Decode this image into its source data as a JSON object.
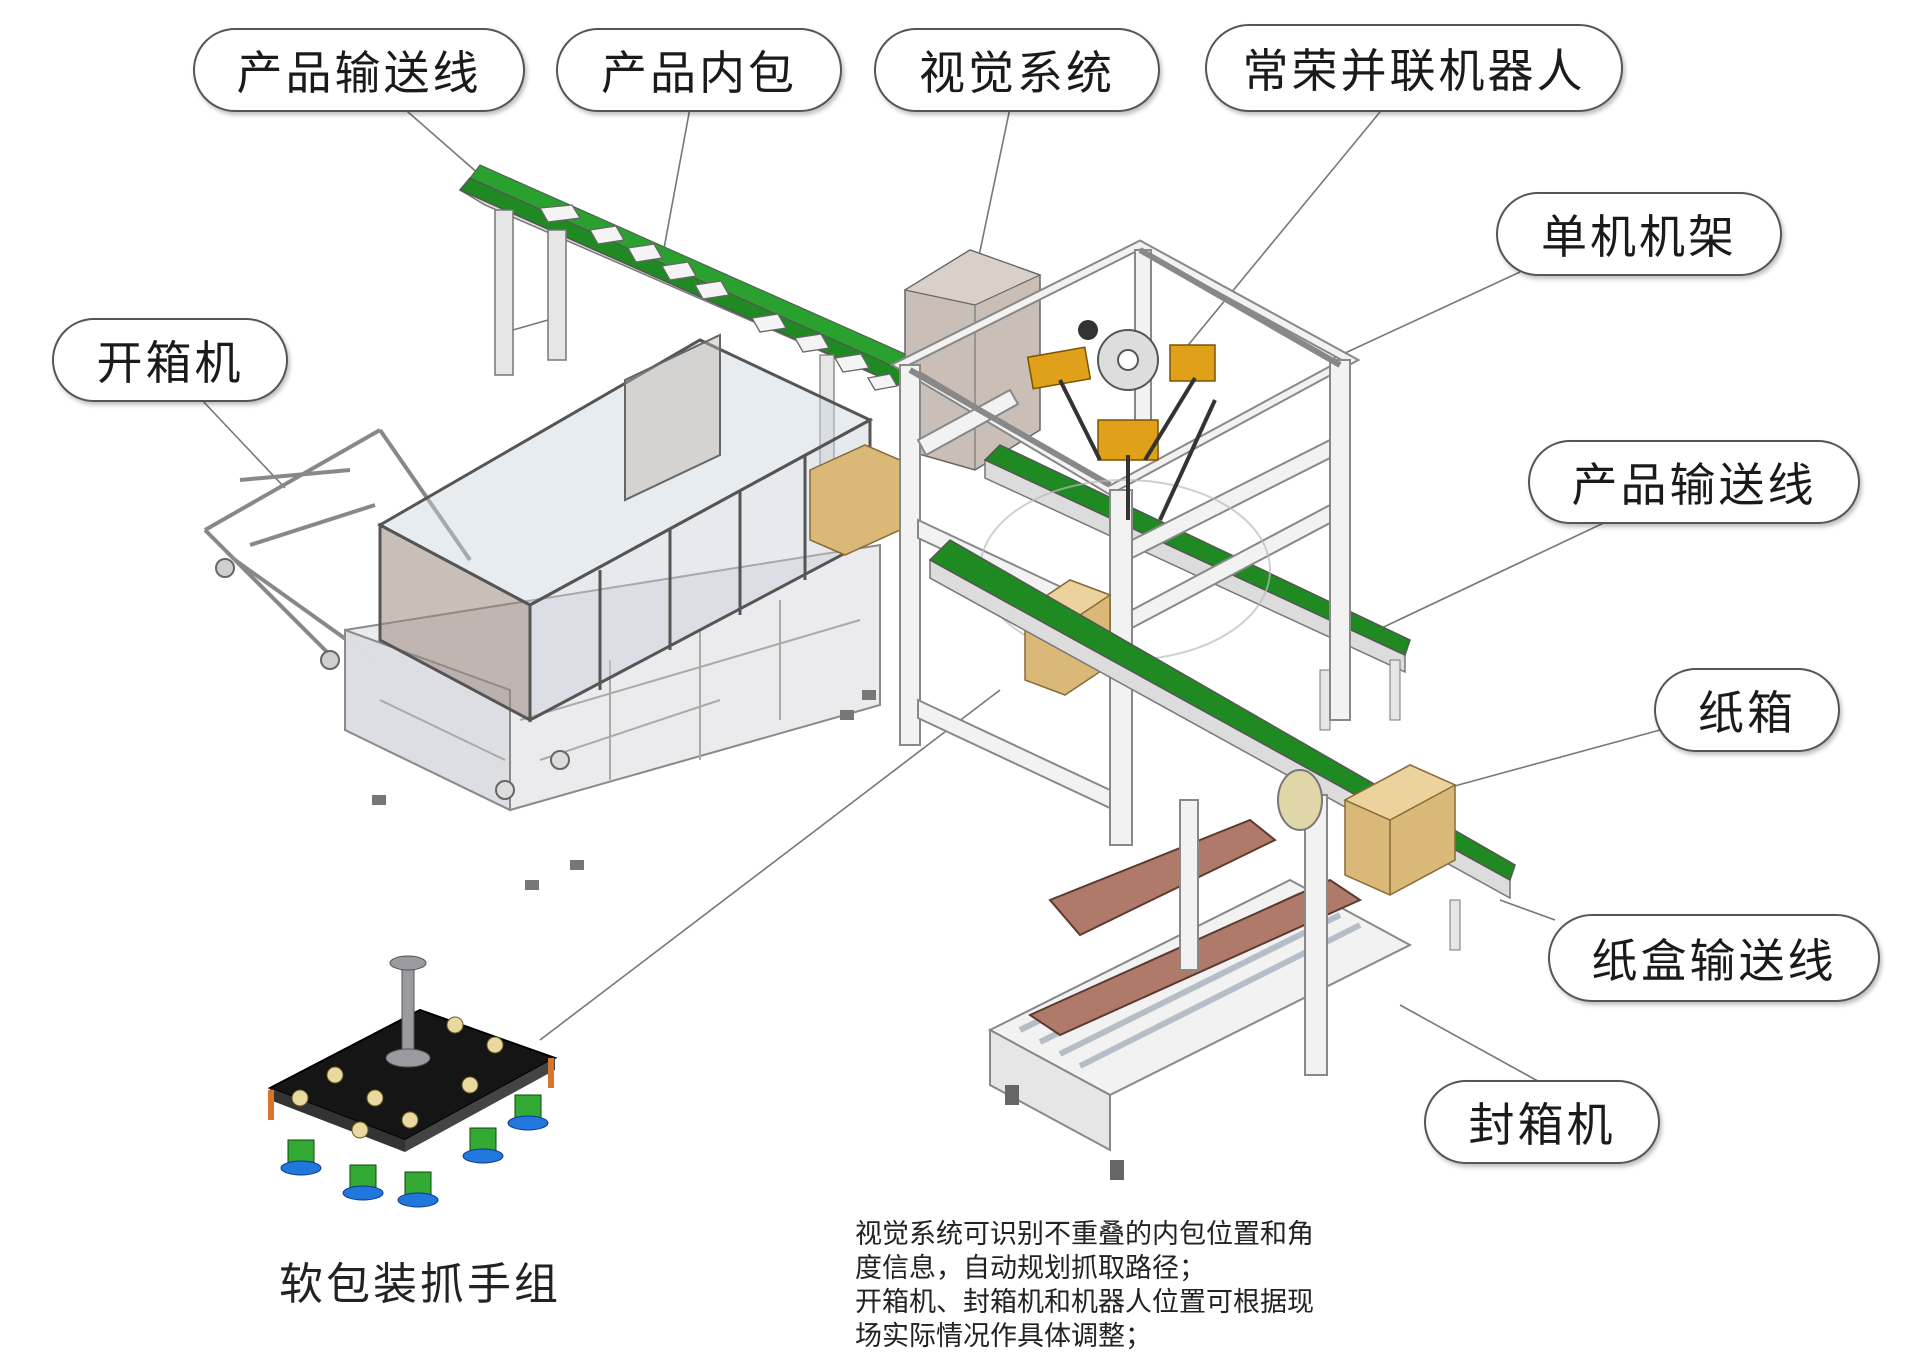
{
  "callouts": {
    "product_conveyor_top": "产品输送线",
    "product_inner_pack": "产品内包",
    "vision_system": "视觉系统",
    "parallel_robot": "常荣并联机器人",
    "machine_frame": "单机机架",
    "carton_erector": "开箱机",
    "product_conveyor_right": "产品输送线",
    "carton": "纸箱",
    "carton_conveyor": "纸盒输送线",
    "carton_sealer": "封箱机"
  },
  "gripper_caption": "软包装抓手组",
  "notes": [
    "视觉系统可识别不重叠的内包位置和角",
    "度信息，自动规划抓取路径；",
    "开箱机、封箱机和机器人位置可根据现",
    "场实际情况作具体调整；"
  ],
  "colors": {
    "conveyor_belt": "#1f8a22",
    "frame": "#f2f2f2",
    "robot_arm": "#e0a01a",
    "carton": "#d9b878",
    "sealer": "#b07a6a",
    "gripper_plate": "#151515",
    "suction_cup": "#2277dd"
  }
}
